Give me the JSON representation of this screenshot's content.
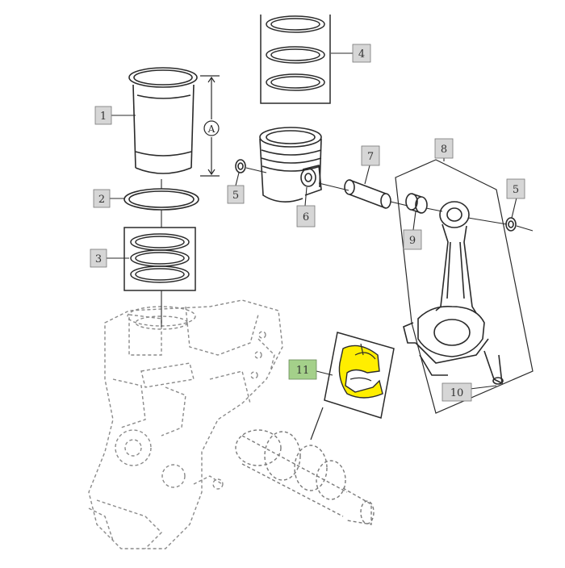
{
  "callouts": [
    {
      "id": "1",
      "label": "1"
    },
    {
      "id": "2",
      "label": "2"
    },
    {
      "id": "3",
      "label": "3"
    },
    {
      "id": "4",
      "label": "4"
    },
    {
      "id": "5a",
      "label": "5"
    },
    {
      "id": "6",
      "label": "6"
    },
    {
      "id": "7",
      "label": "7"
    },
    {
      "id": "8",
      "label": "8"
    },
    {
      "id": "5b",
      "label": "5"
    },
    {
      "id": "9",
      "label": "9"
    },
    {
      "id": "10",
      "label": "10"
    },
    {
      "id": "11",
      "label": "11"
    }
  ],
  "dimension_label": "A",
  "colors": {
    "line": "#2a2a2a",
    "callout_fill": "#d6d6d6",
    "callout_text": "#333333",
    "highlight_fill": "#ffee00",
    "highlight_callout_fill": "#a4d08a",
    "ghost_line": "#8a8a8a"
  }
}
